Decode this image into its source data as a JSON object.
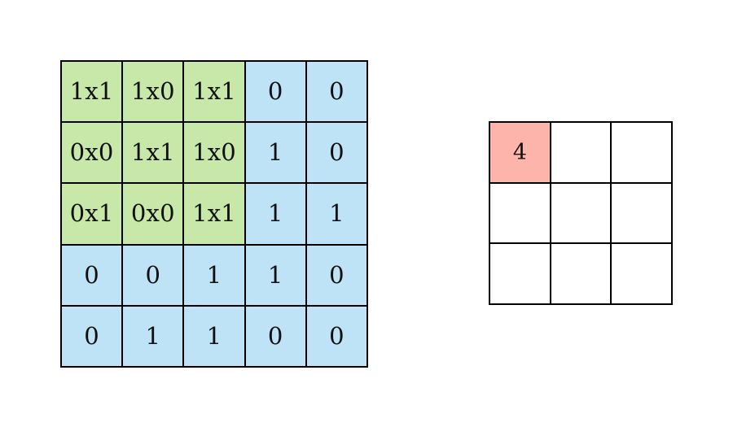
{
  "figure": {
    "title": "",
    "background_color": "#ffffff",
    "border_color": "#000000"
  },
  "colors": {
    "kernel_highlight": "#c7e8a8",
    "input_fill": "#bfe3f6",
    "output_highlight": "#fcb4ab",
    "output_empty": "#ffffff",
    "grid_line": "#000000",
    "text": "#101010"
  },
  "input_matrix": {
    "name": "input-feature-map",
    "rows": 5,
    "cols": 5,
    "cells": [
      [
        {
          "text": "1x1",
          "fill": "kernel",
          "input_value": 1,
          "kernel_value": 1,
          "product": 1
        },
        {
          "text": "1x0",
          "fill": "kernel",
          "input_value": 1,
          "kernel_value": 0,
          "product": 0
        },
        {
          "text": "1x1",
          "fill": "kernel",
          "input_value": 1,
          "kernel_value": 1,
          "product": 1
        },
        {
          "text": "0",
          "fill": "plain",
          "input_value": 0
        },
        {
          "text": "0",
          "fill": "plain",
          "input_value": 0
        }
      ],
      [
        {
          "text": "0x0",
          "fill": "kernel",
          "input_value": 0,
          "kernel_value": 0,
          "product": 0
        },
        {
          "text": "1x1",
          "fill": "kernel",
          "input_value": 1,
          "kernel_value": 1,
          "product": 1
        },
        {
          "text": "1x0",
          "fill": "kernel",
          "input_value": 1,
          "kernel_value": 0,
          "product": 0
        },
        {
          "text": "1",
          "fill": "plain",
          "input_value": 1
        },
        {
          "text": "0",
          "fill": "plain",
          "input_value": 0
        }
      ],
      [
        {
          "text": "0x1",
          "fill": "kernel",
          "input_value": 0,
          "kernel_value": 1,
          "product": 0
        },
        {
          "text": "0x0",
          "fill": "kernel",
          "input_value": 0,
          "kernel_value": 0,
          "product": 0
        },
        {
          "text": "1x1",
          "fill": "kernel",
          "input_value": 1,
          "kernel_value": 1,
          "product": 1
        },
        {
          "text": "1",
          "fill": "plain",
          "input_value": 1
        },
        {
          "text": "1",
          "fill": "plain",
          "input_value": 1
        }
      ],
      [
        {
          "text": "0",
          "fill": "plain",
          "input_value": 0
        },
        {
          "text": "0",
          "fill": "plain",
          "input_value": 0
        },
        {
          "text": "1",
          "fill": "plain",
          "input_value": 1
        },
        {
          "text": "1",
          "fill": "plain",
          "input_value": 1
        },
        {
          "text": "0",
          "fill": "plain",
          "input_value": 0
        }
      ],
      [
        {
          "text": "0",
          "fill": "plain",
          "input_value": 0
        },
        {
          "text": "1",
          "fill": "plain",
          "input_value": 1
        },
        {
          "text": "1",
          "fill": "plain",
          "input_value": 1
        },
        {
          "text": "0",
          "fill": "plain",
          "input_value": 0
        },
        {
          "text": "0",
          "fill": "plain",
          "input_value": 0
        }
      ]
    ]
  },
  "output_matrix": {
    "name": "output-feature-map",
    "rows": 3,
    "cols": 3,
    "cells": [
      [
        {
          "text": "4",
          "fill": "result"
        },
        {
          "text": "",
          "fill": "empty"
        },
        {
          "text": "",
          "fill": "empty"
        }
      ],
      [
        {
          "text": "",
          "fill": "empty"
        },
        {
          "text": "",
          "fill": "empty"
        },
        {
          "text": "",
          "fill": "empty"
        }
      ],
      [
        {
          "text": "",
          "fill": "empty"
        },
        {
          "text": "",
          "fill": "empty"
        },
        {
          "text": "",
          "fill": "empty"
        }
      ]
    ]
  },
  "chart_data": {
    "type": "heatmap",
    "title": "",
    "xlabel": "",
    "ylabel": "",
    "panels": [
      {
        "name": "input",
        "label": "",
        "values": [
          [
            1,
            1,
            1,
            0,
            0
          ],
          [
            0,
            1,
            1,
            1,
            0
          ],
          [
            0,
            0,
            1,
            1,
            1
          ],
          [
            0,
            0,
            1,
            1,
            0
          ],
          [
            0,
            1,
            1,
            0,
            0
          ]
        ],
        "annotations": [
          [
            "1x1",
            "1x0",
            "1x1",
            "0",
            "0"
          ],
          [
            "0x0",
            "1x1",
            "1x0",
            "1",
            "0"
          ],
          [
            "0x1",
            "0x0",
            "1x1",
            "1",
            "1"
          ],
          [
            "0",
            "0",
            "1",
            "1",
            "0"
          ],
          [
            "0",
            "1",
            "1",
            "0",
            "0"
          ]
        ]
      },
      {
        "name": "kernel",
        "label": "",
        "values": [
          [
            1,
            0,
            1
          ],
          [
            0,
            1,
            0
          ],
          [
            1,
            0,
            1
          ]
        ]
      },
      {
        "name": "output",
        "label": "",
        "values": [
          [
            4,
            null,
            null
          ],
          [
            null,
            null,
            null
          ],
          [
            null,
            null,
            null
          ]
        ],
        "annotations": [
          [
            "4",
            "",
            ""
          ],
          [
            "",
            "",
            ""
          ],
          [
            "",
            "",
            ""
          ]
        ]
      }
    ],
    "grid": true,
    "legend": "none"
  }
}
